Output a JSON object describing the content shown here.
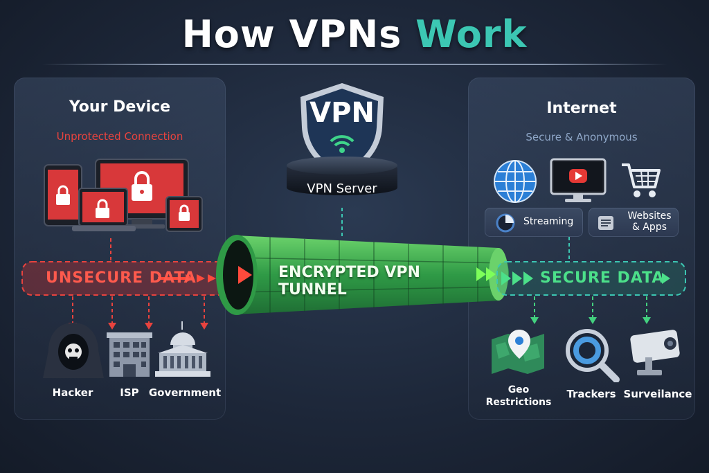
{
  "title": {
    "part1": "How VPNs ",
    "part2": "Work"
  },
  "left": {
    "heading": "Your Device",
    "subheading": "Unprotected Connection",
    "data_label": "UNSECURE DATA",
    "threats": [
      "Hacker",
      "ISP",
      "Government"
    ]
  },
  "center": {
    "shield_text": "VPN",
    "server_label": "VPN Server",
    "tunnel_label": "ENCRYPTED VPN TUNNEL"
  },
  "right": {
    "heading": "Internet",
    "subheading": "Secure & Anonymous",
    "services": [
      {
        "label": "Streaming"
      },
      {
        "label_line1": "Websites",
        "label_line2": "& Apps"
      }
    ],
    "data_label": "SECURE DATA",
    "blocked": [
      {
        "line1": "Geo",
        "line2": "Restrictions"
      },
      {
        "line1": "Trackers"
      },
      {
        "line1": "Surveilance"
      }
    ]
  },
  "colors": {
    "accent": "#3cc7b3",
    "danger": "#e8433e",
    "secure": "#43d17f",
    "tunnel": "#2fa34a",
    "muted": "#8fa7c8"
  },
  "icons": [
    "lock-icon",
    "shield-icon",
    "wifi-icon",
    "globe-icon",
    "play-icon",
    "cart-icon",
    "map-pin-icon",
    "magnifier-icon",
    "camera-icon",
    "hacker-icon",
    "building-icon",
    "capitol-icon"
  ]
}
